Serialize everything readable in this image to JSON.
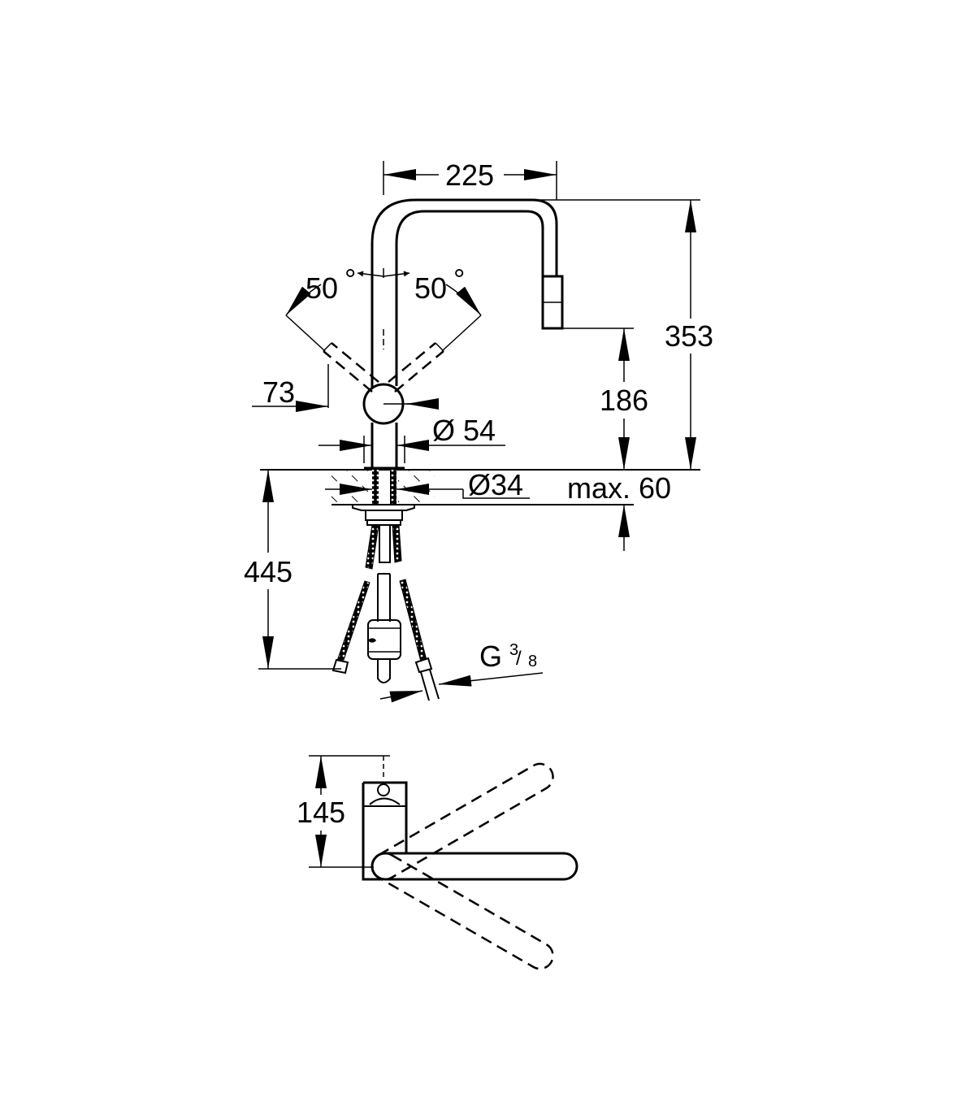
{
  "drawing": {
    "side_view": {
      "spout_width": "225",
      "total_height": "353",
      "outlet_height": "186",
      "swivel_left": "50",
      "swivel_right": "50",
      "degree_symbol": "°",
      "lever_clearance": "73",
      "body_diameter": "Ø 54",
      "hole_diameter": "Ø34",
      "max_counter_thickness": "max. 60",
      "hose_length": "445",
      "connection_thread_g": "G",
      "connection_thread_num": "3",
      "connection_thread_den": "8"
    },
    "top_view": {
      "depth": "145"
    }
  },
  "colors": {
    "line": "#000000",
    "background": "#ffffff"
  }
}
